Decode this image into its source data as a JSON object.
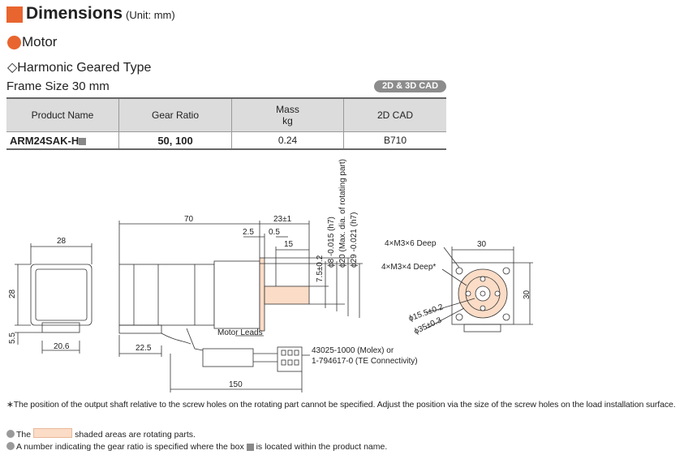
{
  "header": {
    "title": "Dimensions",
    "unit": "(Unit: mm)"
  },
  "section": {
    "motor": "Motor",
    "type": "◇Harmonic Geared Type",
    "frame": "Frame Size 30 mm",
    "cad_badge": "2D & 3D CAD"
  },
  "table": {
    "headers": {
      "product": "Product Name",
      "gear": "Gear Ratio",
      "mass1": "Mass",
      "mass2": "kg",
      "cad": "2D CAD"
    },
    "row": {
      "product": "ARM24SAK-H",
      "gear": "50, 100",
      "mass": "0.24",
      "cad": "B710"
    }
  },
  "drawing": {
    "dims": {
      "d70": "70",
      "d23": "23±1",
      "d2_5": "2.5",
      "d0_5": "0.5",
      "d15": "15",
      "d7_5": "7.5±0.2",
      "d28_top": "28",
      "d28_side": "28",
      "d5_5": "5.5",
      "d20_6": "20.6",
      "d22_5": "22.5",
      "d150": "150",
      "d30_top": "30",
      "d30_side": "30",
      "phi8": "ϕ8 -0.015 (h7)",
      "phi20": "ϕ20 (Max. dia. of rotating part)",
      "phi29": "ϕ29 -0.021 (h7)",
      "phi15_5": "ϕ15.5±0.2",
      "phi35": "ϕ35±0.3"
    },
    "labels": {
      "holes1": "4×M3×6 Deep",
      "holes2": "4×M3×4 Deep*",
      "leads": "Motor Leads",
      "connector1": "43025-1000 (Molex) or",
      "connector2": "1-794617-0 (TE Connectivity)"
    }
  },
  "notes": {
    "asterisk": "∗The position of the output shaft relative to the screw holes on the rotating part cannot be specified. Adjust the position via the size of the screw holes on the load installation surface.",
    "legend1_pre": "The",
    "legend1_post": "shaded areas are rotating parts.",
    "legend2_pre": "A number indicating the gear ratio is specified where the box",
    "legend2_post": "is located within the product name."
  }
}
